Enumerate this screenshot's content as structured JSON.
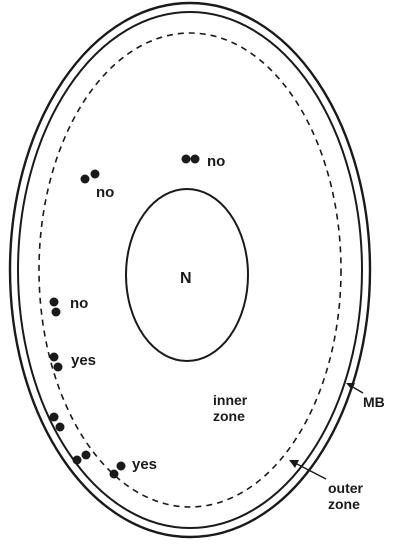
{
  "labels": {
    "nucleus": "N",
    "inner_zone_line1": "inner",
    "inner_zone_line2": "zone",
    "outer_zone_line1": "outer",
    "outer_zone_line2": "zone",
    "membrane": "MB",
    "pair_top_center": "no",
    "pair_upper_left": "no",
    "pair_mid_left": "no",
    "pair_left_lower": "yes",
    "pair_bottom": "yes"
  },
  "colors": {
    "ink": "#1a1a1a",
    "background": "#ffffff"
  }
}
